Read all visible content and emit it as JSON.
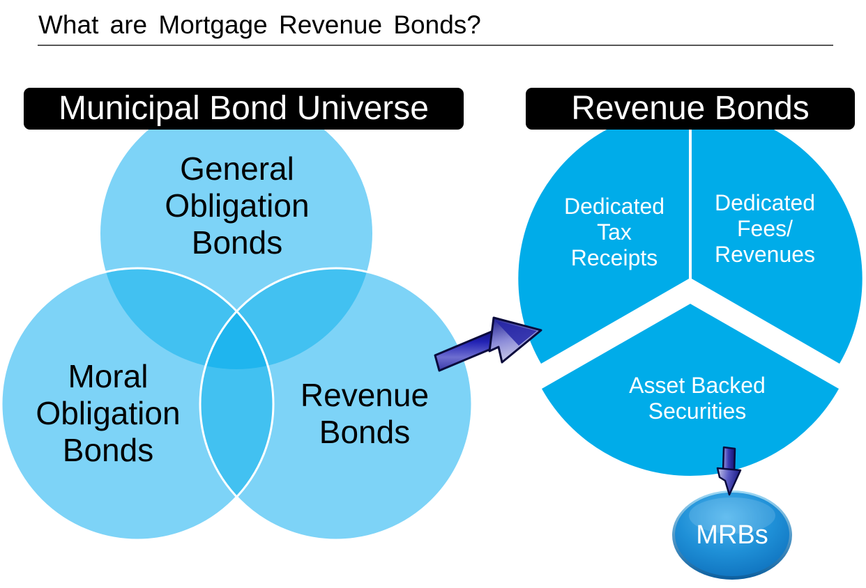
{
  "slide": {
    "title": "What are Mortgage Revenue Bonds?"
  },
  "sections": {
    "left_badge": "Municipal Bond Universe",
    "right_badge": "Revenue Bonds"
  },
  "venn": {
    "circles": [
      {
        "id": "general-obligation",
        "label": "General\nObligation\nBonds",
        "line1": "General",
        "line2": "Obligation",
        "line3": "Bonds"
      },
      {
        "id": "moral-obligation",
        "label": "Moral\nObligation\nBonds",
        "line1": "Moral",
        "line2": "Obligation",
        "line3": "Bonds"
      },
      {
        "id": "revenue-bonds",
        "label": "Revenue\nBonds",
        "line1": "Revenue",
        "line2": "Bonds",
        "line3": ""
      }
    ],
    "fill_color": "#7DD3F7",
    "overlap_color": "#2AB6EF",
    "stroke_color": "#FFFFFF"
  },
  "pie": {
    "segments": [
      {
        "id": "dedicated-tax-receipts",
        "line1": "Dedicated",
        "line2": "Tax",
        "line3": "Receipts"
      },
      {
        "id": "dedicated-fees-revenues",
        "line1": "Dedicated",
        "line2": "Fees/",
        "line3": "Revenues"
      },
      {
        "id": "asset-backed-securities",
        "line1": "Asset Backed",
        "line2": "Securities",
        "line3": ""
      }
    ],
    "fill_color": "#00ACE9",
    "divider_color": "#FFFFFF"
  },
  "outcome": {
    "label": "MRBs",
    "fill_color": "#1C8FD6"
  },
  "arrows": {
    "right_arrow_name": "arrow-right",
    "down_arrow_name": "arrow-down",
    "color_dark": "#1A1A8C",
    "color_light": "#9A9ADC"
  },
  "colors": {
    "title_text": "#000000",
    "rule": "#575757",
    "badge_bg": "#000000",
    "badge_text": "#FFFFFF"
  }
}
